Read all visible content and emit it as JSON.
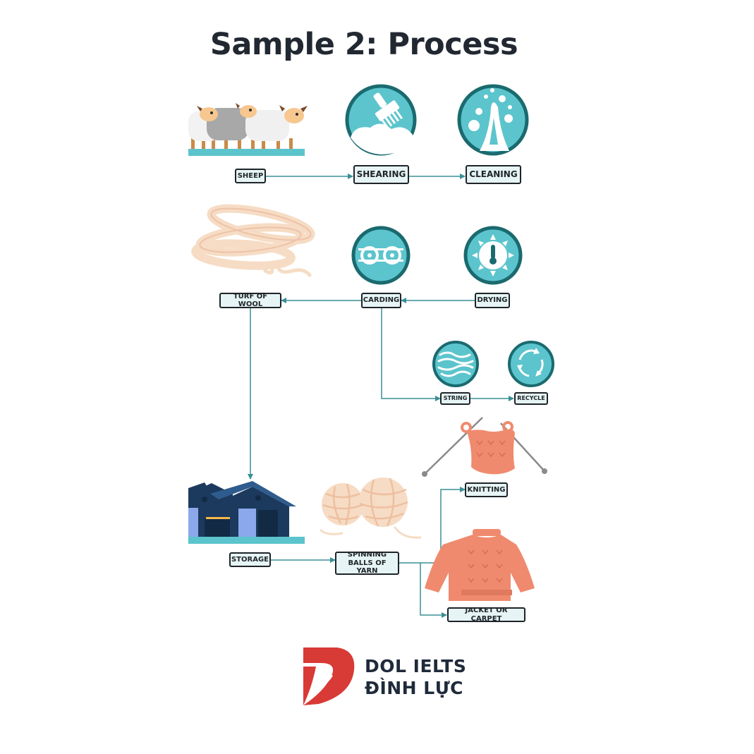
{
  "title": "Sample 2: Process",
  "stages": {
    "sheep": "SHEEP",
    "shearing": "SHEARING",
    "cleaning": "CLEANING",
    "drying": "DRYING",
    "carding": "CARDING",
    "turf_of_wool": "TURF OF WOOL",
    "string": "STRING",
    "recycle": "RECYCLE",
    "storage": "STORAGE",
    "spinning_line1": "SPINNING",
    "spinning_line2": "BALLS OF YARN",
    "knitting": "KNITTING",
    "jacket_or_carpet": "JACKET OR CARPET"
  },
  "icons": {
    "sheep": "sheep-flock-icon",
    "shearing": "shearing-comb-icon",
    "cleaning": "cleaning-water-icon",
    "drying": "sun-thermometer-icon",
    "carding": "carding-rollers-icon",
    "turf_of_wool": "wool-skein-icon",
    "string": "wool-fibers-icon",
    "recycle": "recycle-arrows-icon",
    "storage": "warehouse-icon",
    "spinning": "yarn-balls-icon",
    "knitting": "knitting-needles-icon",
    "jacket_or_carpet": "sweater-icon"
  },
  "logo": {
    "line1": "DOL IELTS",
    "line2": "ĐÌNH LỰC",
    "icon": "dol-logo-icon"
  },
  "colors": {
    "teal": "#1a6a6f",
    "teal_light": "#5cc4cc",
    "label_bg": "#e6f4f5",
    "arrow": "#3a8f96",
    "wool": "#f6dcc4",
    "salmon": "#f08a6e",
    "navy": "#1c3a5e",
    "logo_red": "#d83a36"
  }
}
